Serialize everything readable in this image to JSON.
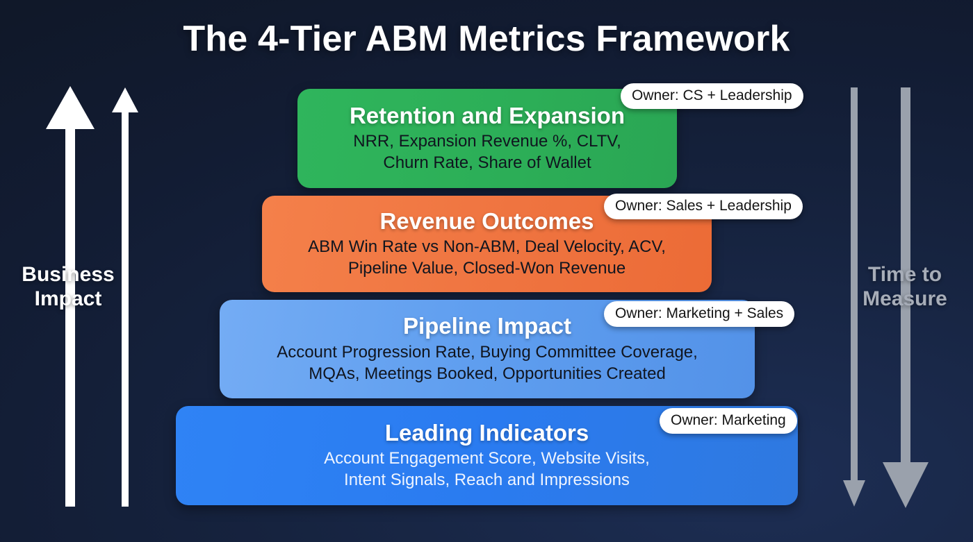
{
  "title": "The 4-Tier ABM Metrics Framework",
  "background_color": "#16233f",
  "axes": {
    "left": {
      "label": "Business\nImpact",
      "direction": "up",
      "color": "#ffffff"
    },
    "right": {
      "label": "Time to\nMeasure",
      "direction": "down",
      "color": "#a7adb8"
    }
  },
  "tiers": [
    {
      "tier": 4,
      "title": "Retention and Expansion",
      "metrics": "NRR, Expansion Revenue %, CLTV,\nChurn Rate, Share of Wallet",
      "owner": "Owner: CS + Leadership",
      "color": "#2cb257",
      "metrics_text_color": "#10151f"
    },
    {
      "tier": 3,
      "title": "Revenue Outcomes",
      "metrics": "ABM Win Rate vs Non-ABM, Deal Velocity, ACV,\nPipeline Value, Closed-Won Revenue",
      "owner": "Owner: Sales + Leadership",
      "color": "#ef7440",
      "metrics_text_color": "#10151f"
    },
    {
      "tier": 2,
      "title": "Pipeline Impact",
      "metrics": "Account Progression Rate, Buying Committee Coverage,\nMQAs, Meetings Booked, Opportunities Created",
      "owner": "Owner: Marketing + Sales",
      "color": "#5f9eef",
      "metrics_text_color": "#10151f"
    },
    {
      "tier": 1,
      "title": "Leading Indicators",
      "metrics": "Account Engagement Score, Website Visits,\nIntent Signals, Reach and Impressions",
      "owner": "Owner: Marketing",
      "color": "#2a7bf0",
      "metrics_text_color": "#eef4ff"
    }
  ]
}
